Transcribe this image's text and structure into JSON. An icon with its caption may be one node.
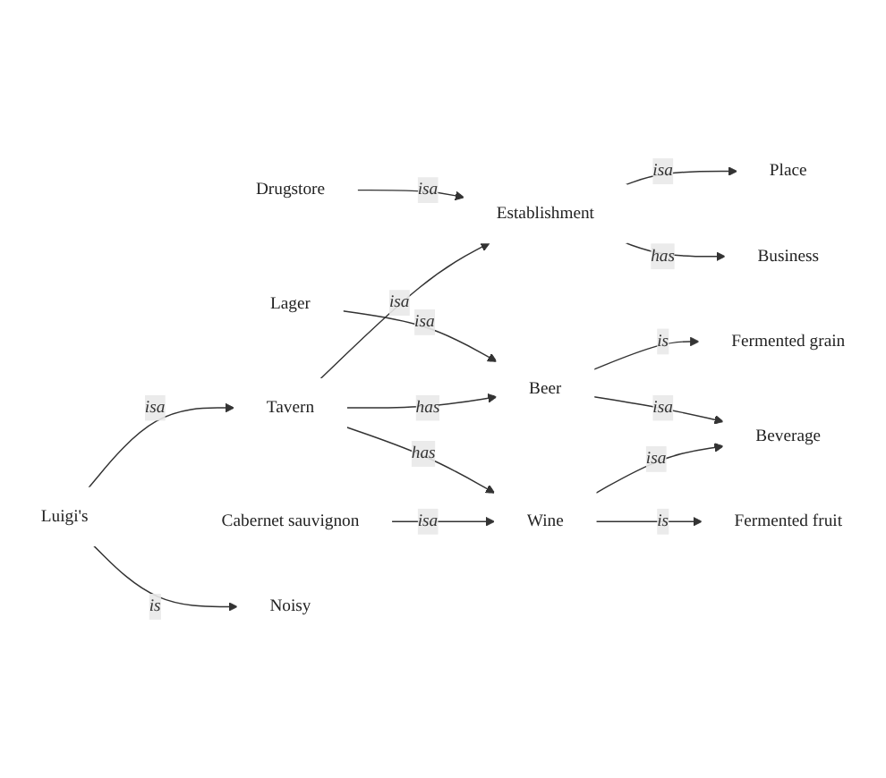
{
  "diagram": {
    "nodes": [
      {
        "text": [
          "Place"
        ]
      },
      {
        "text": [
          "Establishment"
        ]
      },
      {
        "text": [
          "Business"
        ]
      },
      {
        "text": [
          "Drugstore"
        ]
      },
      {
        "text": [
          "Lager"
        ]
      },
      {
        "text": [
          "Beer"
        ]
      },
      {
        "text": [
          "Fermented grain"
        ]
      },
      {
        "text": [
          "Tavern"
        ]
      },
      {
        "text": [
          "Wine"
        ]
      },
      {
        "text": [
          "Beverage"
        ]
      },
      {
        "text": [
          "Cabernet sauvignon"
        ]
      },
      {
        "text": [
          "Luigi's"
        ]
      },
      {
        "text": [
          "Fermented fruit"
        ]
      },
      {
        "text": [
          "Noisy"
        ]
      }
    ],
    "edges": [
      {
        "from": 1,
        "to": 0,
        "label": "isa",
        "arrow": "to"
      },
      {
        "from": 1,
        "to": 2,
        "label": "has",
        "arrow": "to"
      },
      {
        "from": 3,
        "to": 1,
        "label": "isa",
        "arrow": "to"
      },
      {
        "from": 7,
        "to": 1,
        "label": "isa",
        "arrow": "to"
      },
      {
        "from": 4,
        "to": 5,
        "label": "isa",
        "arrow": "to"
      },
      {
        "from": 7,
        "to": 5,
        "label": "has",
        "arrow": "to"
      },
      {
        "from": 5,
        "to": 6,
        "label": "is",
        "arrow": "to"
      },
      {
        "from": 5,
        "to": 9,
        "label": "isa",
        "arrow": "to"
      },
      {
        "from": 7,
        "to": 8,
        "label": "has",
        "arrow": "to"
      },
      {
        "from": 8,
        "to": 9,
        "label": "isa",
        "arrow": "to"
      },
      {
        "from": 10,
        "to": 8,
        "label": "isa",
        "arrow": "to"
      },
      {
        "from": 8,
        "to": 12,
        "label": "is",
        "arrow": "to"
      },
      {
        "from": 11,
        "to": 7,
        "label": "isa",
        "arrow": "to"
      },
      {
        "from": 11,
        "to": 13,
        "label": "is",
        "arrow": "to"
      }
    ]
  }
}
